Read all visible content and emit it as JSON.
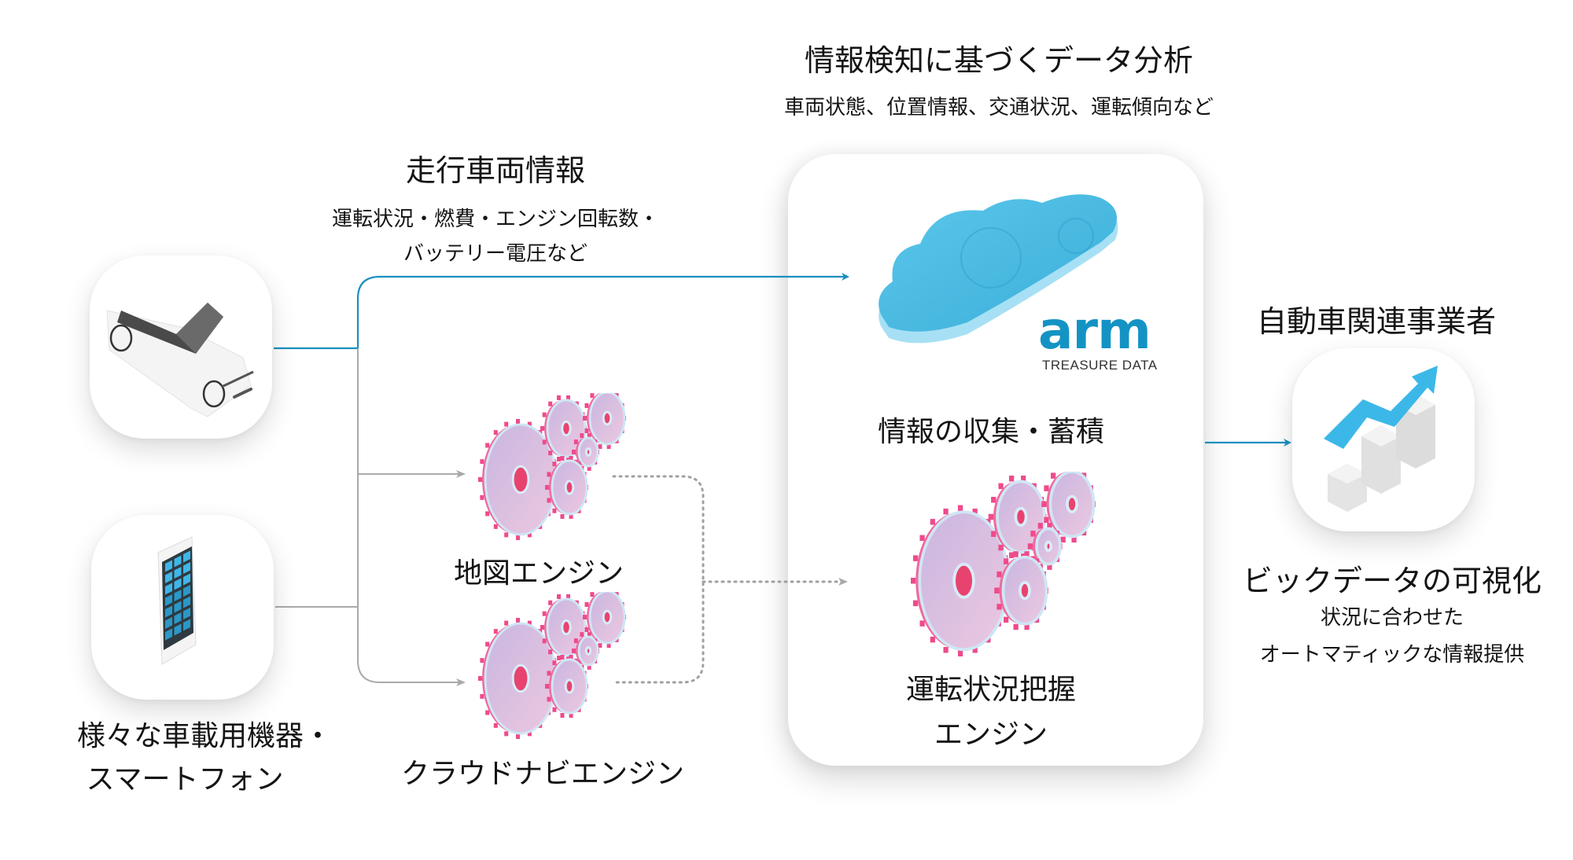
{
  "header": {
    "title": "情報検知に基づくデータ分析",
    "subtitle": "車両状態、位置情報、交通状況、運転傾向など"
  },
  "vehicle_info": {
    "title": "走行車両情報",
    "detail_line1": "運転状況・燃費・エンジン回転数・",
    "detail_line2": "バッテリー電圧など"
  },
  "sources": [
    {
      "icon": "car-icon",
      "label_line1": "",
      "label_line2": ""
    },
    {
      "icon": "smartphone-icon",
      "label_line1": "様々な車載用機器・",
      "label_line2": "スマートフォン"
    }
  ],
  "engines": [
    {
      "icon": "gears-icon",
      "label": "地図エンジン"
    },
    {
      "icon": "gears-icon",
      "label": "クラウドナビエンジン"
    }
  ],
  "platform": {
    "logo_text": "arm",
    "logo_subtext": "TREASURE DATA",
    "collect_label": "情報の収集・蓄積",
    "engine_label_line1": "運転状況把握",
    "engine_label_line2": "エンジン"
  },
  "output": {
    "title": "自動車関連事業者",
    "icon": "growth-chart-icon",
    "label": "ビックデータの可視化",
    "detail_line1": "状況に合わせた",
    "detail_line2": "オートマティックな情報提供"
  },
  "colors": {
    "accent_blue": "#1a8fbf",
    "logo_blue": "#1393c4",
    "connector_gray": "#a9a9a9",
    "gear_pink": "#ea3d86",
    "cloud_blue": "#4cbfe6"
  }
}
